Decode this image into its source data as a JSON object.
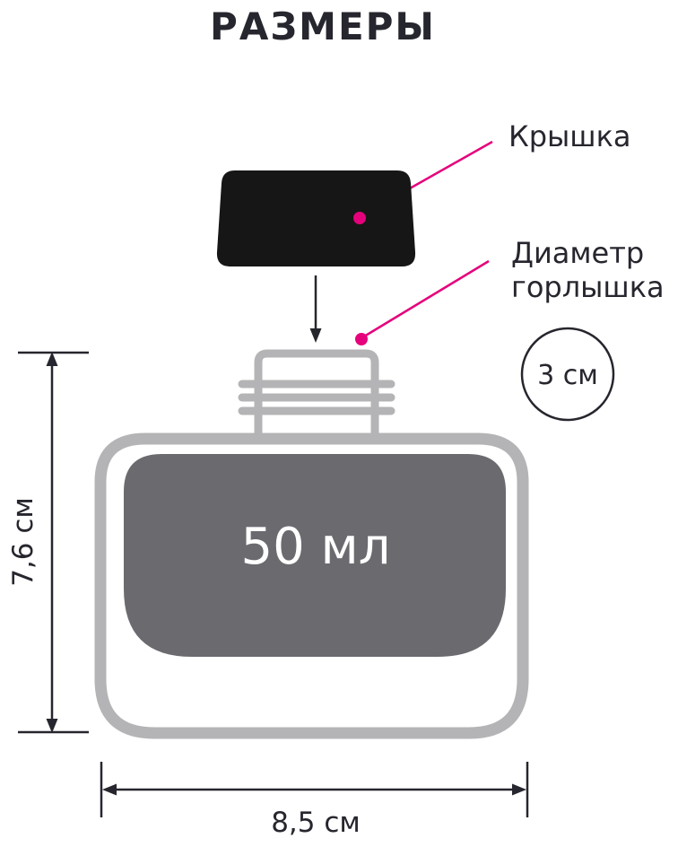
{
  "title": "РАЗМЕРЫ",
  "labels": {
    "cap": "Крышка",
    "neck_diameter_line1": "Диаметр",
    "neck_diameter_line2": "горлышка",
    "neck_diameter_value": "3 см",
    "volume": "50 мл",
    "bottle_height": "7,6 см",
    "bottle_width": "8,5 см"
  },
  "colors": {
    "text": "#26262e",
    "accent": "#e5017b",
    "bottle_outline": "#b4b4b6",
    "label_panel": "#6a6a6f",
    "cap": "#161616",
    "background": "#ffffff"
  }
}
